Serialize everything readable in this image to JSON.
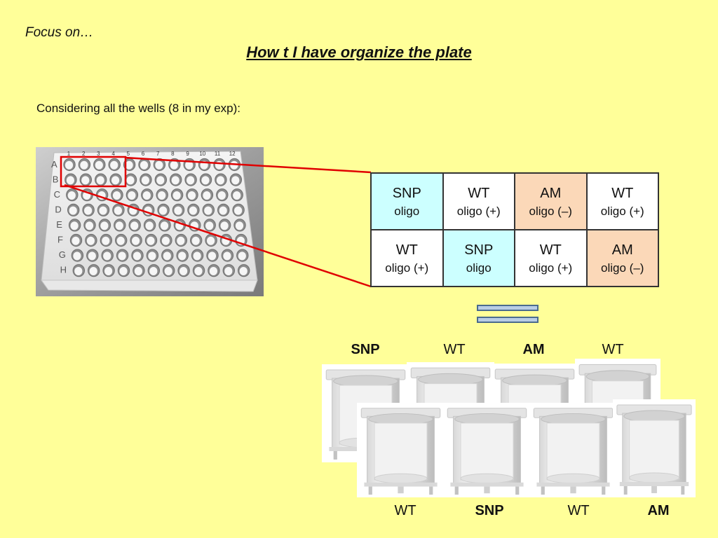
{
  "header": {
    "focus": "Focus on…",
    "title": "How t I have organize the plate"
  },
  "intro": "Considering all the wells (8 in my exp):",
  "plate": {
    "columns": [
      "1",
      "2",
      "3",
      "4",
      "5",
      "6",
      "7",
      "8",
      "9",
      "10",
      "11",
      "12"
    ],
    "rows": [
      "A",
      "B",
      "C",
      "D",
      "E",
      "F",
      "G",
      "H"
    ]
  },
  "layout": [
    [
      {
        "name": "SNP",
        "sub": "oligo",
        "kind": "snp"
      },
      {
        "name": "WT",
        "sub": "oligo (+)",
        "kind": "wt"
      },
      {
        "name": "AM",
        "sub": "oligo (–)",
        "kind": "am"
      },
      {
        "name": "WT",
        "sub": "oligo (+)",
        "kind": "wt"
      }
    ],
    [
      {
        "name": "WT",
        "sub": "oligo (+)",
        "kind": "wt"
      },
      {
        "name": "SNP",
        "sub": "oligo",
        "kind": "snp"
      },
      {
        "name": "WT",
        "sub": "oligo (+)",
        "kind": "wt"
      },
      {
        "name": "AM",
        "sub": "oligo (–)",
        "kind": "am"
      }
    ]
  ],
  "back_labels": [
    {
      "text": "SNP",
      "bold": true
    },
    {
      "text": "WT",
      "bold": false
    },
    {
      "text": "AM",
      "bold": true
    },
    {
      "text": "WT",
      "bold": false
    }
  ],
  "front_labels": [
    {
      "text": "WT",
      "bold": false
    },
    {
      "text": "SNP",
      "bold": true
    },
    {
      "text": "WT",
      "bold": false
    },
    {
      "text": "AM",
      "bold": true
    }
  ],
  "colors": {
    "background": "#ffff99",
    "snp": "#ccffff",
    "wt": "#ffffff",
    "am": "#fbd8b8",
    "connector": "#e00000"
  }
}
